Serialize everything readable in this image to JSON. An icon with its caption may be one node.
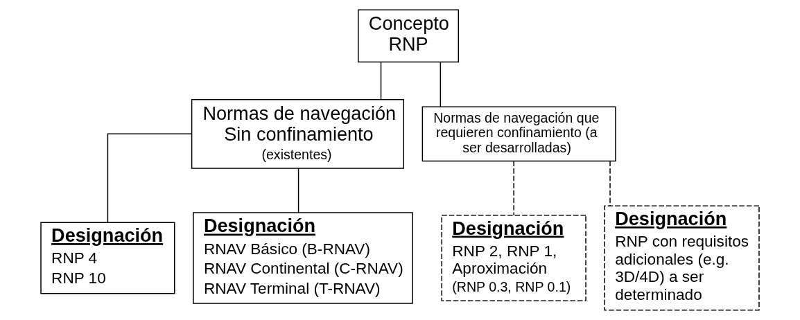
{
  "diagram": {
    "nodes": [
      {
        "text": [
          "Concepto RNP"
        ]
      },
      {
        "text": [
          "Normas de navegación Sin confinamiento",
          "(existentes)"
        ]
      },
      {
        "text": [
          "Normas de navegación que requieren confinamiento (a ser desarrolladas)"
        ]
      },
      {
        "text": [
          "Designación",
          "RNP 4",
          "RNP 10"
        ]
      },
      {
        "text": [
          "Designación",
          "RNAV Básico (B-RNAV)",
          "RNAV Continental (C-RNAV)",
          "RNAV Terminal (T-RNAV)"
        ]
      },
      {
        "text": [
          "Designación",
          "RNP 2, RNP 1, Aproximación",
          "(RNP 0.3, RNP 0.1)"
        ]
      },
      {
        "text": [
          "Designación",
          "RNP con requisitos adicionales (e.g. 3D/4D) a ser determinado"
        ]
      }
    ],
    "edges": [
      {
        "from": 0,
        "to": 1,
        "arrow": "none"
      },
      {
        "from": 0,
        "to": 2,
        "arrow": "none"
      },
      {
        "from": 1,
        "to": 3,
        "arrow": "none"
      },
      {
        "from": 1,
        "to": 4,
        "arrow": "none"
      },
      {
        "from": 2,
        "to": 5,
        "arrow": "none",
        "style": "dashed"
      },
      {
        "from": 2,
        "to": 6,
        "arrow": "none",
        "style": "dashed"
      }
    ]
  }
}
